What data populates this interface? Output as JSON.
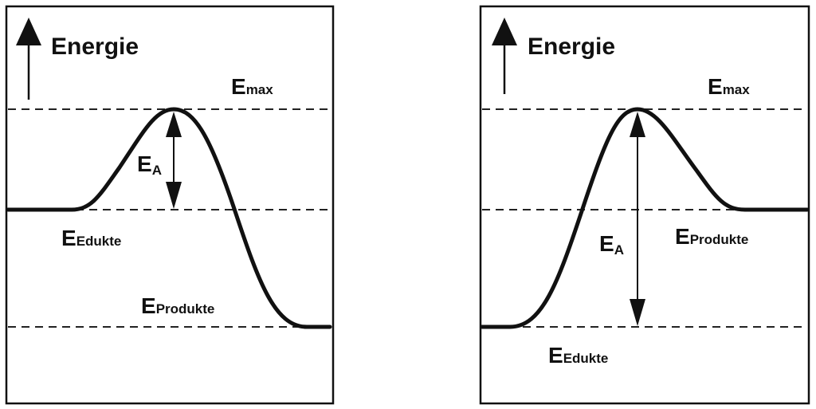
{
  "diagrams": [
    {
      "type": "exothermic",
      "axis_label": "Energie",
      "emax": {
        "main": "E",
        "sub": "max"
      },
      "ea": {
        "main": "E",
        "sub": "A"
      },
      "edukte": {
        "main": "E",
        "sub": "Edukte"
      },
      "produkte": {
        "main": "E",
        "sub": "Produkte"
      }
    },
    {
      "type": "endothermic",
      "axis_label": "Energie",
      "emax": {
        "main": "E",
        "sub": "max"
      },
      "ea": {
        "main": "E",
        "sub": "A"
      },
      "edukte": {
        "main": "E",
        "sub": "Edukte"
      },
      "produkte": {
        "main": "E",
        "sub": "Produkte"
      }
    }
  ]
}
